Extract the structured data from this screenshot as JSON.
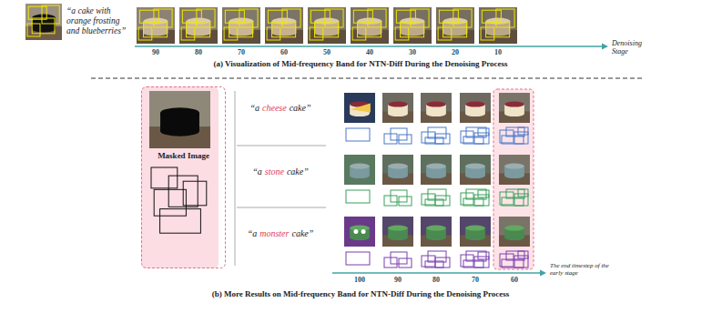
{
  "diagram": {
    "nodes": [
      {
        "text": [
          "Masked Image"
        ]
      }
    ],
    "labels": [
      "“a cake with orange frosting and blueberries”",
      "90",
      "80",
      "70",
      "60",
      "50",
      "40",
      "30",
      "20",
      "10",
      "Denoising Stage",
      "(a) Visualization of Mid-frequency Band for NTN-Diff During the Denoising Process",
      "“a",
      "cheese",
      "cake”",
      "“a",
      "stone",
      "cake”",
      "“a",
      "monster",
      "cake”",
      "100",
      "90",
      "80",
      "70",
      "60",
      "The end timestep of the early stage",
      "(b) More Results on Mid-frequency Band for NTN-Diff During the Denoising Process"
    ]
  }
}
